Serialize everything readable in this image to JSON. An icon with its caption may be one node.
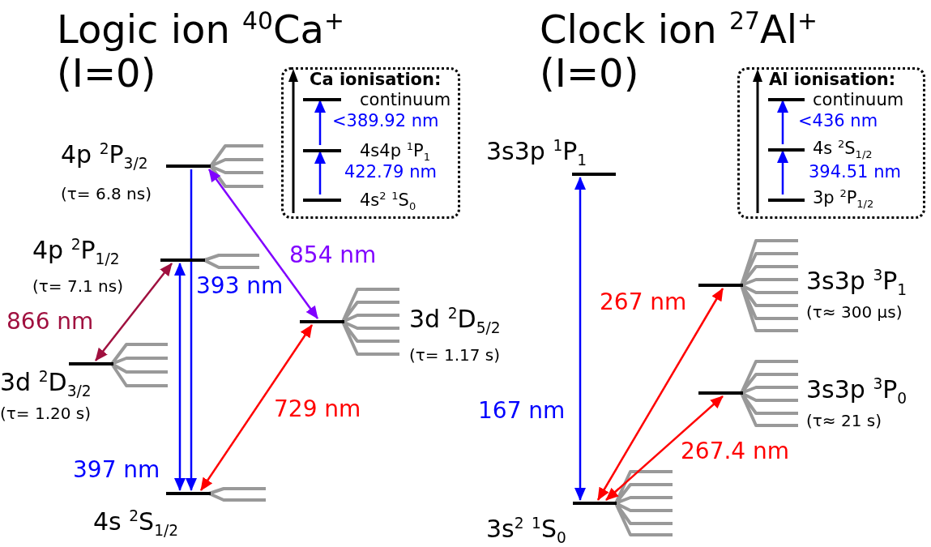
{
  "diagram": {
    "nodes": [
      {
        "text": [
          "4p $^{2}$P$_{3/2}$"
        ],
        "beside": [
          "(τ= 6.8 ns)"
        ]
      },
      {
        "text": [
          "4p $^{2}$P$_{1/2}$"
        ],
        "beside": [
          "(τ= 7.1 ns)"
        ]
      },
      {
        "text": [
          "3d $^{2}$D$_{3/2}$"
        ],
        "beside": [
          "(τ= 1.20 s)"
        ]
      },
      {
        "text": [
          "3d $^{2}$D$_{5/2}$"
        ]
      },
      {
        "text": [
          "4s $^{2}$S$_{1/2}$"
        ]
      },
      {
        "text": [
          "Ca ionisation:"
        ]
      },
      {
        "text": [
          "continuum"
        ],
        "in": 5
      },
      {
        "text": [
          "4s4p $^{1}$P$_{1}$"
        ],
        "in": 5
      },
      {
        "text": [
          "4s$^{2}$ $^{1}$S$_{0}$"
        ],
        "in": 5
      },
      {
        "text": [
          "3s3p $^{1}$P$_{1}$"
        ]
      },
      {
        "text": [
          "3s3p $^{3}$P$_{1}$"
        ]
      },
      {
        "text": [
          "3s3p $^{3}$P$_{0}$"
        ]
      },
      {
        "text": [
          "3s$^{2}$ $^{1}$S$_{0}$"
        ]
      },
      {
        "text": [
          "Al ionisation:"
        ]
      },
      {
        "text": [
          "continuum"
        ],
        "in": 13
      },
      {
        "text": [
          "4s $^{2}$S$_{1/2}$"
        ],
        "in": 13
      },
      {
        "text": [
          "3p $^{2}$P$_{1/2}$"
        ],
        "in": 13
      }
    ],
    "edges": [
      {
        "from": 4,
        "to": 1,
        "arrow": "both",
        "label": "397 nm"
      },
      {
        "from": 0,
        "to": 4,
        "arrow": "to",
        "label": "393 nm"
      },
      {
        "from": 1,
        "to": 2,
        "arrow": "both",
        "label": "866 nm",
        "color": "#a0103f"
      },
      {
        "from": 0,
        "to": 3,
        "arrow": "both",
        "label": "854 nm",
        "color": "#8000ff"
      },
      {
        "from": 4,
        "to": 3,
        "arrow": "both",
        "label": "729 nm",
        "color": "#ff0000"
      },
      {
        "from": 8,
        "to": 7,
        "arrow": "to",
        "label": "422.79 nm"
      },
      {
        "from": 7,
        "to": 6,
        "arrow": "to",
        "label": "<389.92 nm"
      },
      {
        "from": 12,
        "to": 9,
        "arrow": "both",
        "label": "167 nm"
      },
      {
        "from": 12,
        "to": 10,
        "arrow": "both",
        "label": "267 nm",
        "color": "#ff0000"
      },
      {
        "from": 12,
        "to": 11,
        "arrow": "both",
        "label": "267.4 nm",
        "color": "#ff0000"
      },
      {
        "from": 16,
        "to": 15,
        "arrow": "to",
        "label": "394.51 nm"
      },
      {
        "from": 15,
        "to": 14,
        "arrow": "to",
        "label": "<436 nm"
      }
    ],
    "labels": [
      "Logic ion $^{40}$Ca$^{+}$ (I=0)",
      "Clock ion $^{27}$Al$^{+}$ (I=0)",
      "(τ≈ 300 µs)",
      "(τ= 1.17 s)",
      "(τ≈ 21 s)"
    ]
  }
}
